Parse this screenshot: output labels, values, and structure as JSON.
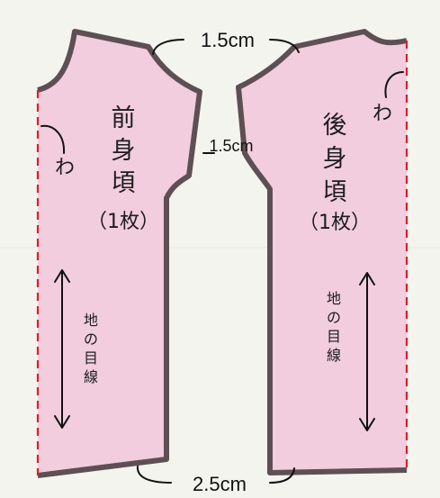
{
  "colors": {
    "background": "#f4f4ef",
    "fabric": "#f1cddd",
    "seam_allowance": "#5e4f55",
    "fold_line": "#d8202a",
    "text": "#111111"
  },
  "front": {
    "title_line1": "前",
    "title_line2": "身",
    "title_line3": "頃",
    "count": "（1枚）",
    "fold_mark": "わ",
    "grain_chars": [
      "地",
      "の",
      "目",
      "線"
    ]
  },
  "back": {
    "title_line1": "後",
    "title_line2": "身",
    "title_line3": "頃",
    "count": "（1枚）",
    "fold_mark": "わ",
    "grain_chars": [
      "地",
      "の",
      "目",
      "線"
    ]
  },
  "measurements": {
    "shoulder": "1.5cm",
    "armhole": "1.5cm",
    "hem": "2.5cm"
  }
}
